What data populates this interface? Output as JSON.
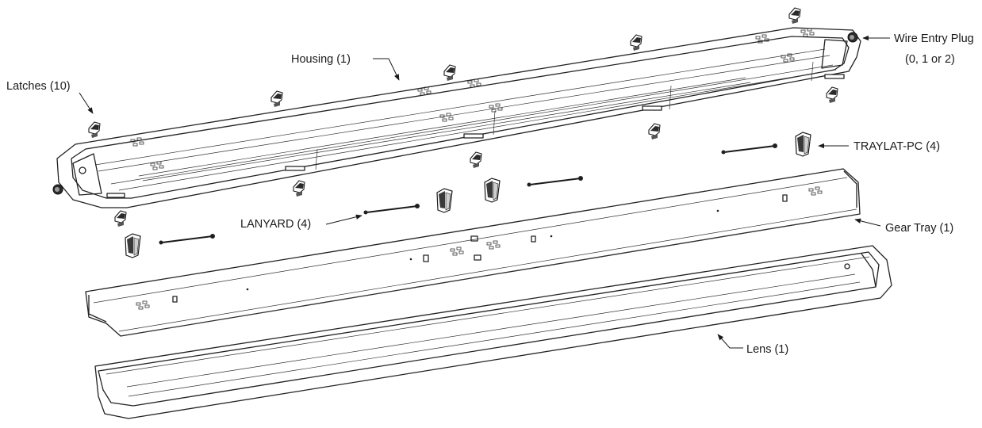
{
  "callouts": {
    "housing": "Housing (1)",
    "latches": "Latches (10)",
    "wire_entry_plug_line1": "Wire Entry Plug",
    "wire_entry_plug_line2": "(0, 1 or 2)",
    "traylat": "TRAYLAT-PC (4)",
    "lanyard": "LANYARD (4)",
    "gear_tray": "Gear Tray (1)",
    "lens": "Lens (1)"
  },
  "icons": [
    "latch-icon",
    "traylat-clip-icon",
    "lanyard-icon",
    "wire-entry-plug-icon",
    "arrowhead-icon"
  ]
}
